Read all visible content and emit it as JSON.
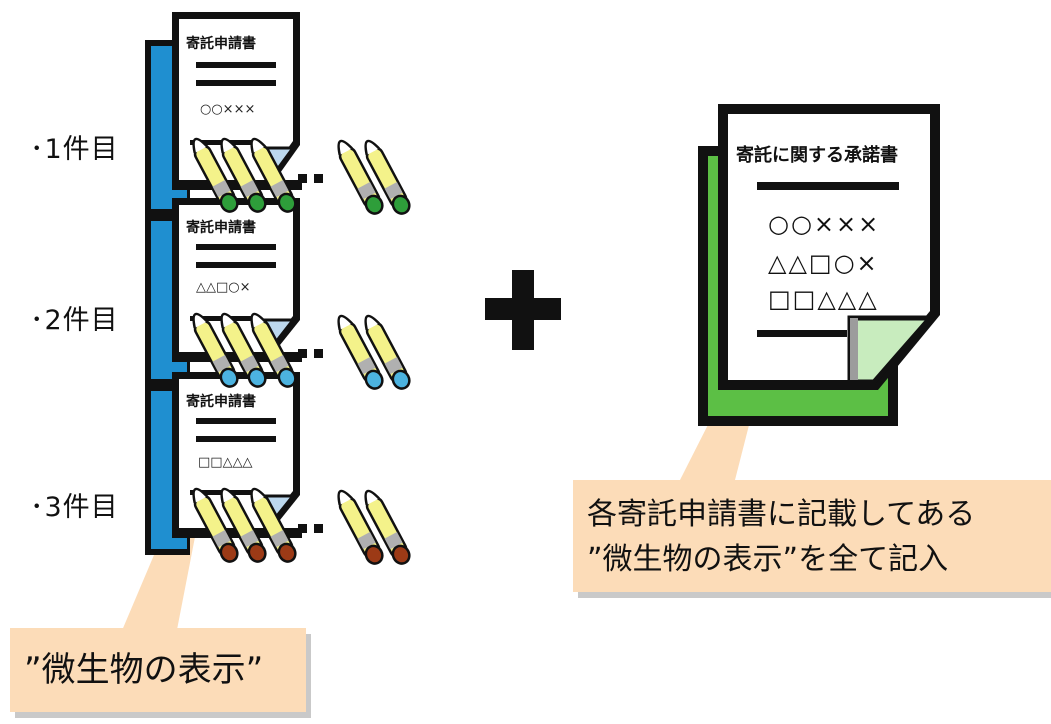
{
  "items": [
    {
      "label": "･1件目",
      "tube_color": "#2e9e3a"
    },
    {
      "label": "･2件目",
      "tube_color": "#4cb3e0"
    },
    {
      "label": "･3件目",
      "tube_color": "#9c3a16"
    }
  ],
  "small_docs": [
    {
      "title": "寄託申請書",
      "symbols": "○○×××"
    },
    {
      "title": "寄託申請書",
      "symbols": "△△□○×"
    },
    {
      "title": "寄託申請書",
      "symbols": "□□△△△"
    }
  ],
  "plus_sign": "+",
  "large_doc": {
    "title": "寄託に関する承諾書",
    "symbol_lines": [
      "○○×××",
      "△△□○×",
      "□□△△△"
    ]
  },
  "callout_right": {
    "line1": "各寄託申請書に記載してある",
    "line2": "”微生物の表示”を全て記入"
  },
  "callout_left": {
    "text": "”微生物の表示”"
  },
  "colors": {
    "folder_blue": "#1f8fd0",
    "folder_green": "#5cbf45",
    "tube_yellow": "#f4f28a",
    "callout_peach": "#fcdcb8",
    "corner_blue": "#bcd8ee",
    "corner_green": "#c8ecbe"
  }
}
